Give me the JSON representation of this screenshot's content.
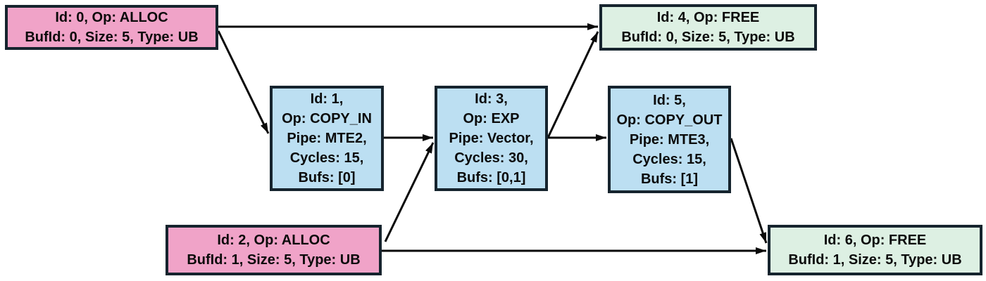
{
  "diagram": {
    "title": "buffer-operation-dependency-graph",
    "colors": {
      "alloc_fill": "#f0a3c8",
      "free_fill": "#ddf0e3",
      "compute_fill": "#bcdff2",
      "node_border": "#16242e",
      "edge_stroke": "#0a0a0a",
      "text": "#0b0b0b",
      "background": "#ffffff"
    },
    "nodes": {
      "n0": {
        "id": 0,
        "op": "ALLOC",
        "lines": [
          "Id: 0, Op: ALLOC",
          "BufId: 0, Size: 5, Type: UB"
        ]
      },
      "n1": {
        "id": 1,
        "op": "COPY_IN",
        "lines": [
          "Id: 1,",
          "Op: COPY_IN",
          "Pipe: MTE2,",
          "Cycles: 15,",
          "Bufs: [0]"
        ]
      },
      "n2": {
        "id": 2,
        "op": "ALLOC",
        "lines": [
          "Id: 2, Op: ALLOC",
          "BufId: 1, Size: 5, Type: UB"
        ]
      },
      "n3": {
        "id": 3,
        "op": "EXP",
        "lines": [
          "Id: 3,",
          "Op: EXP",
          "Pipe: Vector,",
          "Cycles: 30,",
          "Bufs: [0,1]"
        ]
      },
      "n4": {
        "id": 4,
        "op": "FREE",
        "lines": [
          "Id: 4, Op: FREE",
          "BufId: 0, Size: 5, Type: UB"
        ]
      },
      "n5": {
        "id": 5,
        "op": "COPY_OUT",
        "lines": [
          "Id: 5,",
          "Op: COPY_OUT",
          "Pipe: MTE3,",
          "Cycles: 15,",
          "Bufs: [1]"
        ]
      },
      "n6": {
        "id": 6,
        "op": "FREE",
        "lines": [
          "Id: 6, Op: FREE",
          "BufId: 1, Size: 5, Type: UB"
        ]
      }
    },
    "edges": [
      {
        "from": 0,
        "to": 4
      },
      {
        "from": 0,
        "to": 1
      },
      {
        "from": 1,
        "to": 3
      },
      {
        "from": 2,
        "to": 3
      },
      {
        "from": 2,
        "to": 6
      },
      {
        "from": 3,
        "to": 4
      },
      {
        "from": 3,
        "to": 5
      },
      {
        "from": 5,
        "to": 6
      }
    ]
  }
}
